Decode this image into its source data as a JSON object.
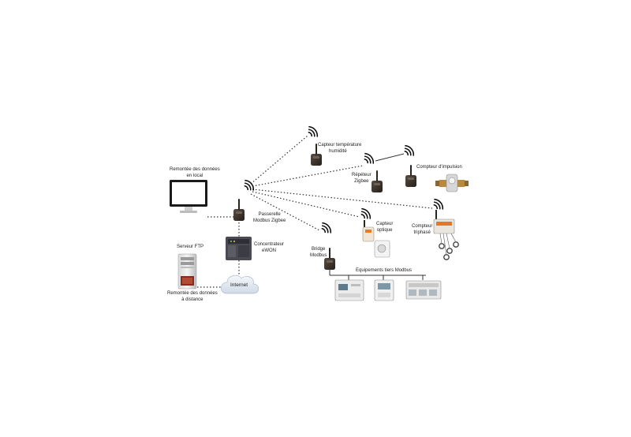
{
  "labels": {
    "local_display": [
      "Remontée des données",
      "en local"
    ],
    "gateway": [
      "Passerelle",
      "Modbus Zigbee"
    ],
    "concentrator": [
      "Concentrateur",
      "eWON"
    ],
    "ftp_server": "Serveur FTP",
    "remote_upload": [
      "Remontée des données",
      "à distance"
    ],
    "internet": "Internet",
    "temp_sensor": [
      "Capteur température",
      "humidité"
    ],
    "repeater": [
      "Répéteur",
      "Zigbee"
    ],
    "pulse_meter": "Compteur d'impulsion",
    "optical_sensor": [
      "Capteur",
      "optique"
    ],
    "three_phase_meter": [
      "Compteur",
      "triphasé"
    ],
    "bridge": [
      "Bridge",
      "Modbus"
    ],
    "third_party": "Equipements tiers Modbus"
  },
  "icons": {
    "wireless": "wifi-waves-icon",
    "monitor": "monitor-icon",
    "server": "server-tower-icon",
    "cloud": "cloud-icon"
  },
  "colors": {
    "device_body": "#3a332c",
    "device_dark": "#1e1a16",
    "link_line": "#333333",
    "cloud_fill": "#e8eef6"
  }
}
